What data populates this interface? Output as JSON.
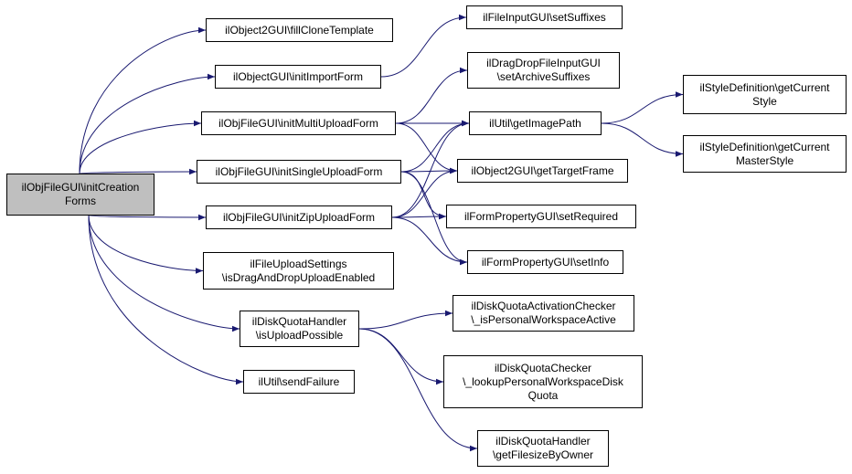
{
  "diagram": {
    "edge_color": "#191970",
    "root_fill": "#bfbfbf",
    "nodes": [
      {
        "id": "root",
        "label": "ilObjFileGUI\\initCreation\nForms"
      },
      {
        "id": "fillclone",
        "label": "ilObject2GUI\\fillCloneTemplate"
      },
      {
        "id": "importform",
        "label": "ilObjectGUI\\initImportForm"
      },
      {
        "id": "multiupload",
        "label": "ilObjFileGUI\\initMultiUploadForm"
      },
      {
        "id": "singleupload",
        "label": "ilObjFileGUI\\initSingleUploadForm"
      },
      {
        "id": "zipupload",
        "label": "ilObjFileGUI\\initZipUploadForm"
      },
      {
        "id": "dnd",
        "label": "ilFileUploadSettings\n\\isDragAndDropUploadEnabled"
      },
      {
        "id": "quotahandler",
        "label": "ilDiskQuotaHandler\n\\isUploadPossible"
      },
      {
        "id": "sendfailure",
        "label": "ilUtil\\sendFailure"
      },
      {
        "id": "setsuffixes",
        "label": "ilFileInputGUI\\setSuffixes"
      },
      {
        "id": "archivesuffixes",
        "label": "ilDragDropFileInputGUI\n\\setArchiveSuffixes"
      },
      {
        "id": "getimagepath",
        "label": "ilUtil\\getImagePath"
      },
      {
        "id": "gettargetframe",
        "label": "ilObject2GUI\\getTargetFrame"
      },
      {
        "id": "setrequired",
        "label": "ilFormPropertyGUI\\setRequired"
      },
      {
        "id": "setinfo",
        "label": "ilFormPropertyGUI\\setInfo"
      },
      {
        "id": "personalws",
        "label": "ilDiskQuotaActivationChecker\n\\_isPersonalWorkspaceActive"
      },
      {
        "id": "lookupquota",
        "label": "ilDiskQuotaChecker\n\\_lookupPersonalWorkspaceDisk\nQuota"
      },
      {
        "id": "filesizebyowner",
        "label": "ilDiskQuotaHandler\n\\getFilesizeByOwner"
      },
      {
        "id": "getcurrentstyle",
        "label": "ilStyleDefinition\\getCurrent\nStyle"
      },
      {
        "id": "getcurrentmaster",
        "label": "ilStyleDefinition\\getCurrent\nMasterStyle"
      }
    ],
    "edges": [
      [
        "root",
        "fillclone"
      ],
      [
        "root",
        "importform"
      ],
      [
        "root",
        "multiupload"
      ],
      [
        "root",
        "singleupload"
      ],
      [
        "root",
        "zipupload"
      ],
      [
        "root",
        "dnd"
      ],
      [
        "root",
        "quotahandler"
      ],
      [
        "root",
        "sendfailure"
      ],
      [
        "importform",
        "setsuffixes"
      ],
      [
        "multiupload",
        "archivesuffixes"
      ],
      [
        "multiupload",
        "getimagepath"
      ],
      [
        "multiupload",
        "gettargetframe"
      ],
      [
        "singleupload",
        "getimagepath"
      ],
      [
        "singleupload",
        "gettargetframe"
      ],
      [
        "singleupload",
        "setrequired"
      ],
      [
        "singleupload",
        "setinfo"
      ],
      [
        "zipupload",
        "getimagepath"
      ],
      [
        "zipupload",
        "gettargetframe"
      ],
      [
        "zipupload",
        "setrequired"
      ],
      [
        "zipupload",
        "setinfo"
      ],
      [
        "getimagepath",
        "getcurrentstyle"
      ],
      [
        "getimagepath",
        "getcurrentmaster"
      ],
      [
        "quotahandler",
        "personalws"
      ],
      [
        "quotahandler",
        "lookupquota"
      ],
      [
        "quotahandler",
        "filesizebyowner"
      ]
    ]
  }
}
